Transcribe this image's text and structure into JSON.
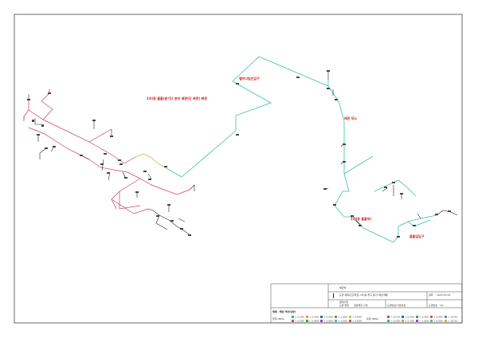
{
  "annotations": {
    "main_note": "1차(동 돌출(분기)) 분리 배관(단 측면) 배관",
    "line_a": "밸브다일인입구",
    "line_b": "배관 모노",
    "line_c": "1차(동 돌출부)",
    "line_d": "돌출입입구"
  },
  "title_block": {
    "header": "배관명",
    "row1_label": "도면 제목(프로젝트)",
    "row1_value": "1차(동 돌출 분기) 배관계통",
    "row1_right_label": "날짜",
    "row1_right_value": "2023-03-24",
    "row2_label": "결재사항",
    "row3_label": "도면 명칭",
    "row3_value": "일반배관 구성",
    "row3_mid": "도면번호/기호번호",
    "row3_right": "도면번호 : 1/1",
    "legend_left_title": "압력 (MPa)",
    "legend_right_title": "유량 (MPa)",
    "legend_heading": "범례 · 배관 색상(유량)"
  },
  "legend": {
    "left": [
      {
        "label": "< 0.100",
        "color": "#2ab8a0"
      },
      {
        "label": "< 0.200",
        "color": "#d04060"
      },
      {
        "label": "< 0.300",
        "color": "#e0a030"
      },
      {
        "label": "< 0.400",
        "color": "#40a040"
      },
      {
        "label": "< 0.500",
        "color": "#3060c0"
      },
      {
        "label": "< 1.000",
        "color": "#a040c0"
      },
      {
        "label": "> 1.000",
        "color": "#808080"
      },
      {
        "label": "< 2.000",
        "color": "#40c0c0"
      },
      {
        "label": "< 3.000",
        "color": "#c0c040"
      },
      {
        "label": "< 5.000",
        "color": "#c06040"
      }
    ],
    "right": [
      {
        "label": "< 0.010",
        "color": "#d04060"
      },
      {
        "label": "< 0.020",
        "color": "#2ab8a0"
      },
      {
        "label": "< 0.050",
        "color": "#3060c0"
      },
      {
        "label": "< 0.100",
        "color": "#e0a030"
      },
      {
        "label": "< 0.500",
        "color": "#40a040"
      },
      {
        "label": "< 1.000",
        "color": "#a040c0"
      },
      {
        "label": "< 2.000",
        "color": "#c06040"
      },
      {
        "label": "< 5.000",
        "color": "#40c0c0"
      },
      {
        "label": "< 10.00",
        "color": "#808080"
      },
      {
        "label": "> 10.00",
        "color": "#c0c040"
      }
    ]
  },
  "colors": {
    "teal_pipe": "#3cc0a8",
    "red_pipe": "#c84060",
    "yellow_pipe": "#e0b040",
    "dark_pipe": "#202020",
    "label_red": "#d02020"
  }
}
